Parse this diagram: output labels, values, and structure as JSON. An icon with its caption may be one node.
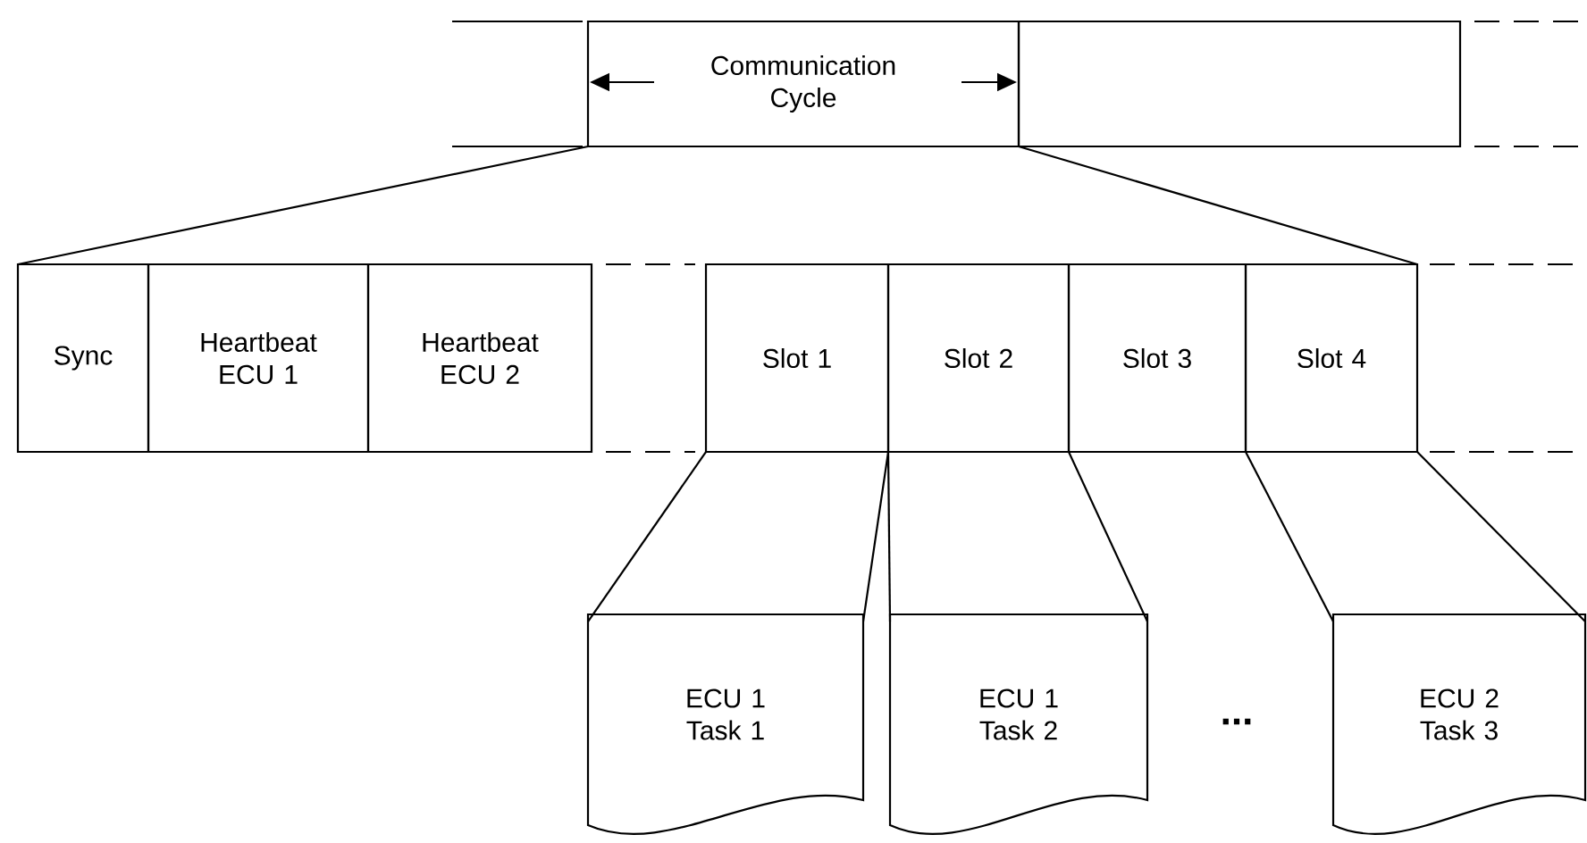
{
  "diagram": {
    "nodes": [
      {
        "text": [
          "Communication Cycle"
        ]
      },
      {
        "text": [],
        "shape": "box"
      },
      {
        "text": [
          "Sync"
        ]
      },
      {
        "text": [
          "Heartbeat ECU 1"
        ]
      },
      {
        "text": [
          "Heartbeat ECU 2"
        ]
      },
      {
        "text": [
          "Slot 1"
        ]
      },
      {
        "text": [
          "Slot 2"
        ]
      },
      {
        "text": [
          "Slot 3"
        ]
      },
      {
        "text": [
          "Slot 4"
        ]
      },
      {
        "text": [
          "ECU 1 Task 1"
        ]
      },
      {
        "text": [
          "ECU 1 Task 2"
        ]
      },
      {
        "text": [
          "ECU 2 Task 3"
        ]
      }
    ],
    "edges": [
      {
        "from": 0,
        "to": 2,
        "arrow": "none"
      },
      {
        "from": 0,
        "to": 8,
        "arrow": "none"
      },
      {
        "from": 5,
        "to": 9,
        "arrow": "none"
      },
      {
        "from": 5,
        "to": 9,
        "arrow": "none"
      },
      {
        "from": 6,
        "to": 10,
        "arrow": "none"
      },
      {
        "from": 6,
        "to": 10,
        "arrow": "none"
      },
      {
        "from": 8,
        "to": 11,
        "arrow": "none"
      },
      {
        "from": 8,
        "to": 11,
        "arrow": "none"
      }
    ],
    "labels": [
      "..."
    ]
  }
}
